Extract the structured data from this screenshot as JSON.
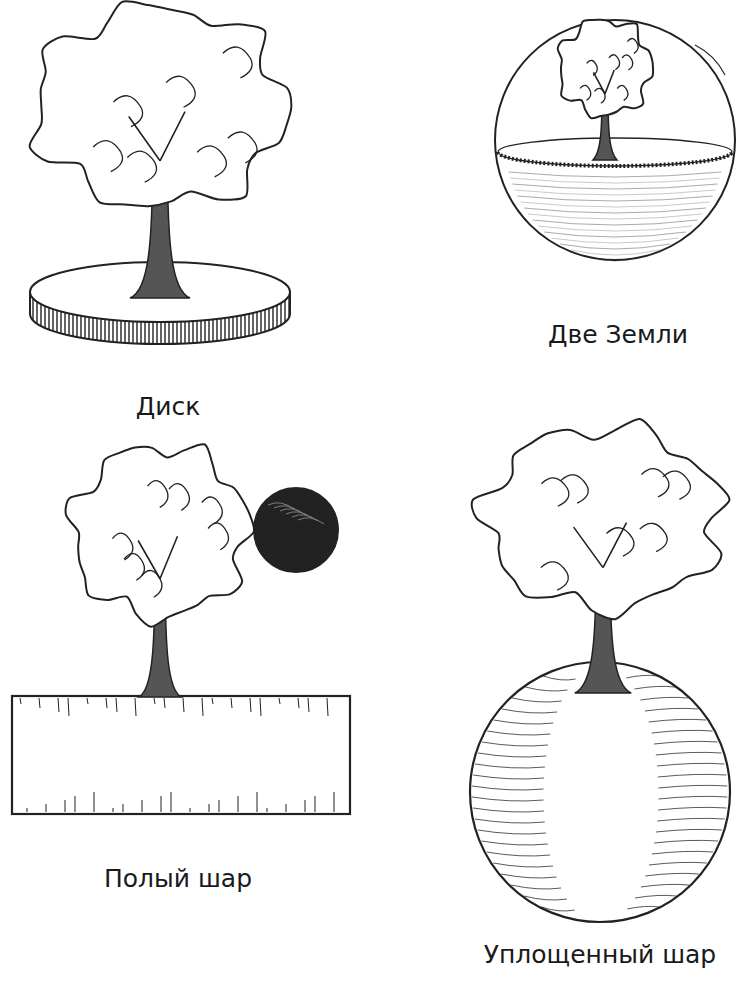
{
  "diagram": {
    "labels": [
      "Диск",
      "Две Земли",
      "Полый шар",
      "Уплощенный шар"
    ]
  }
}
